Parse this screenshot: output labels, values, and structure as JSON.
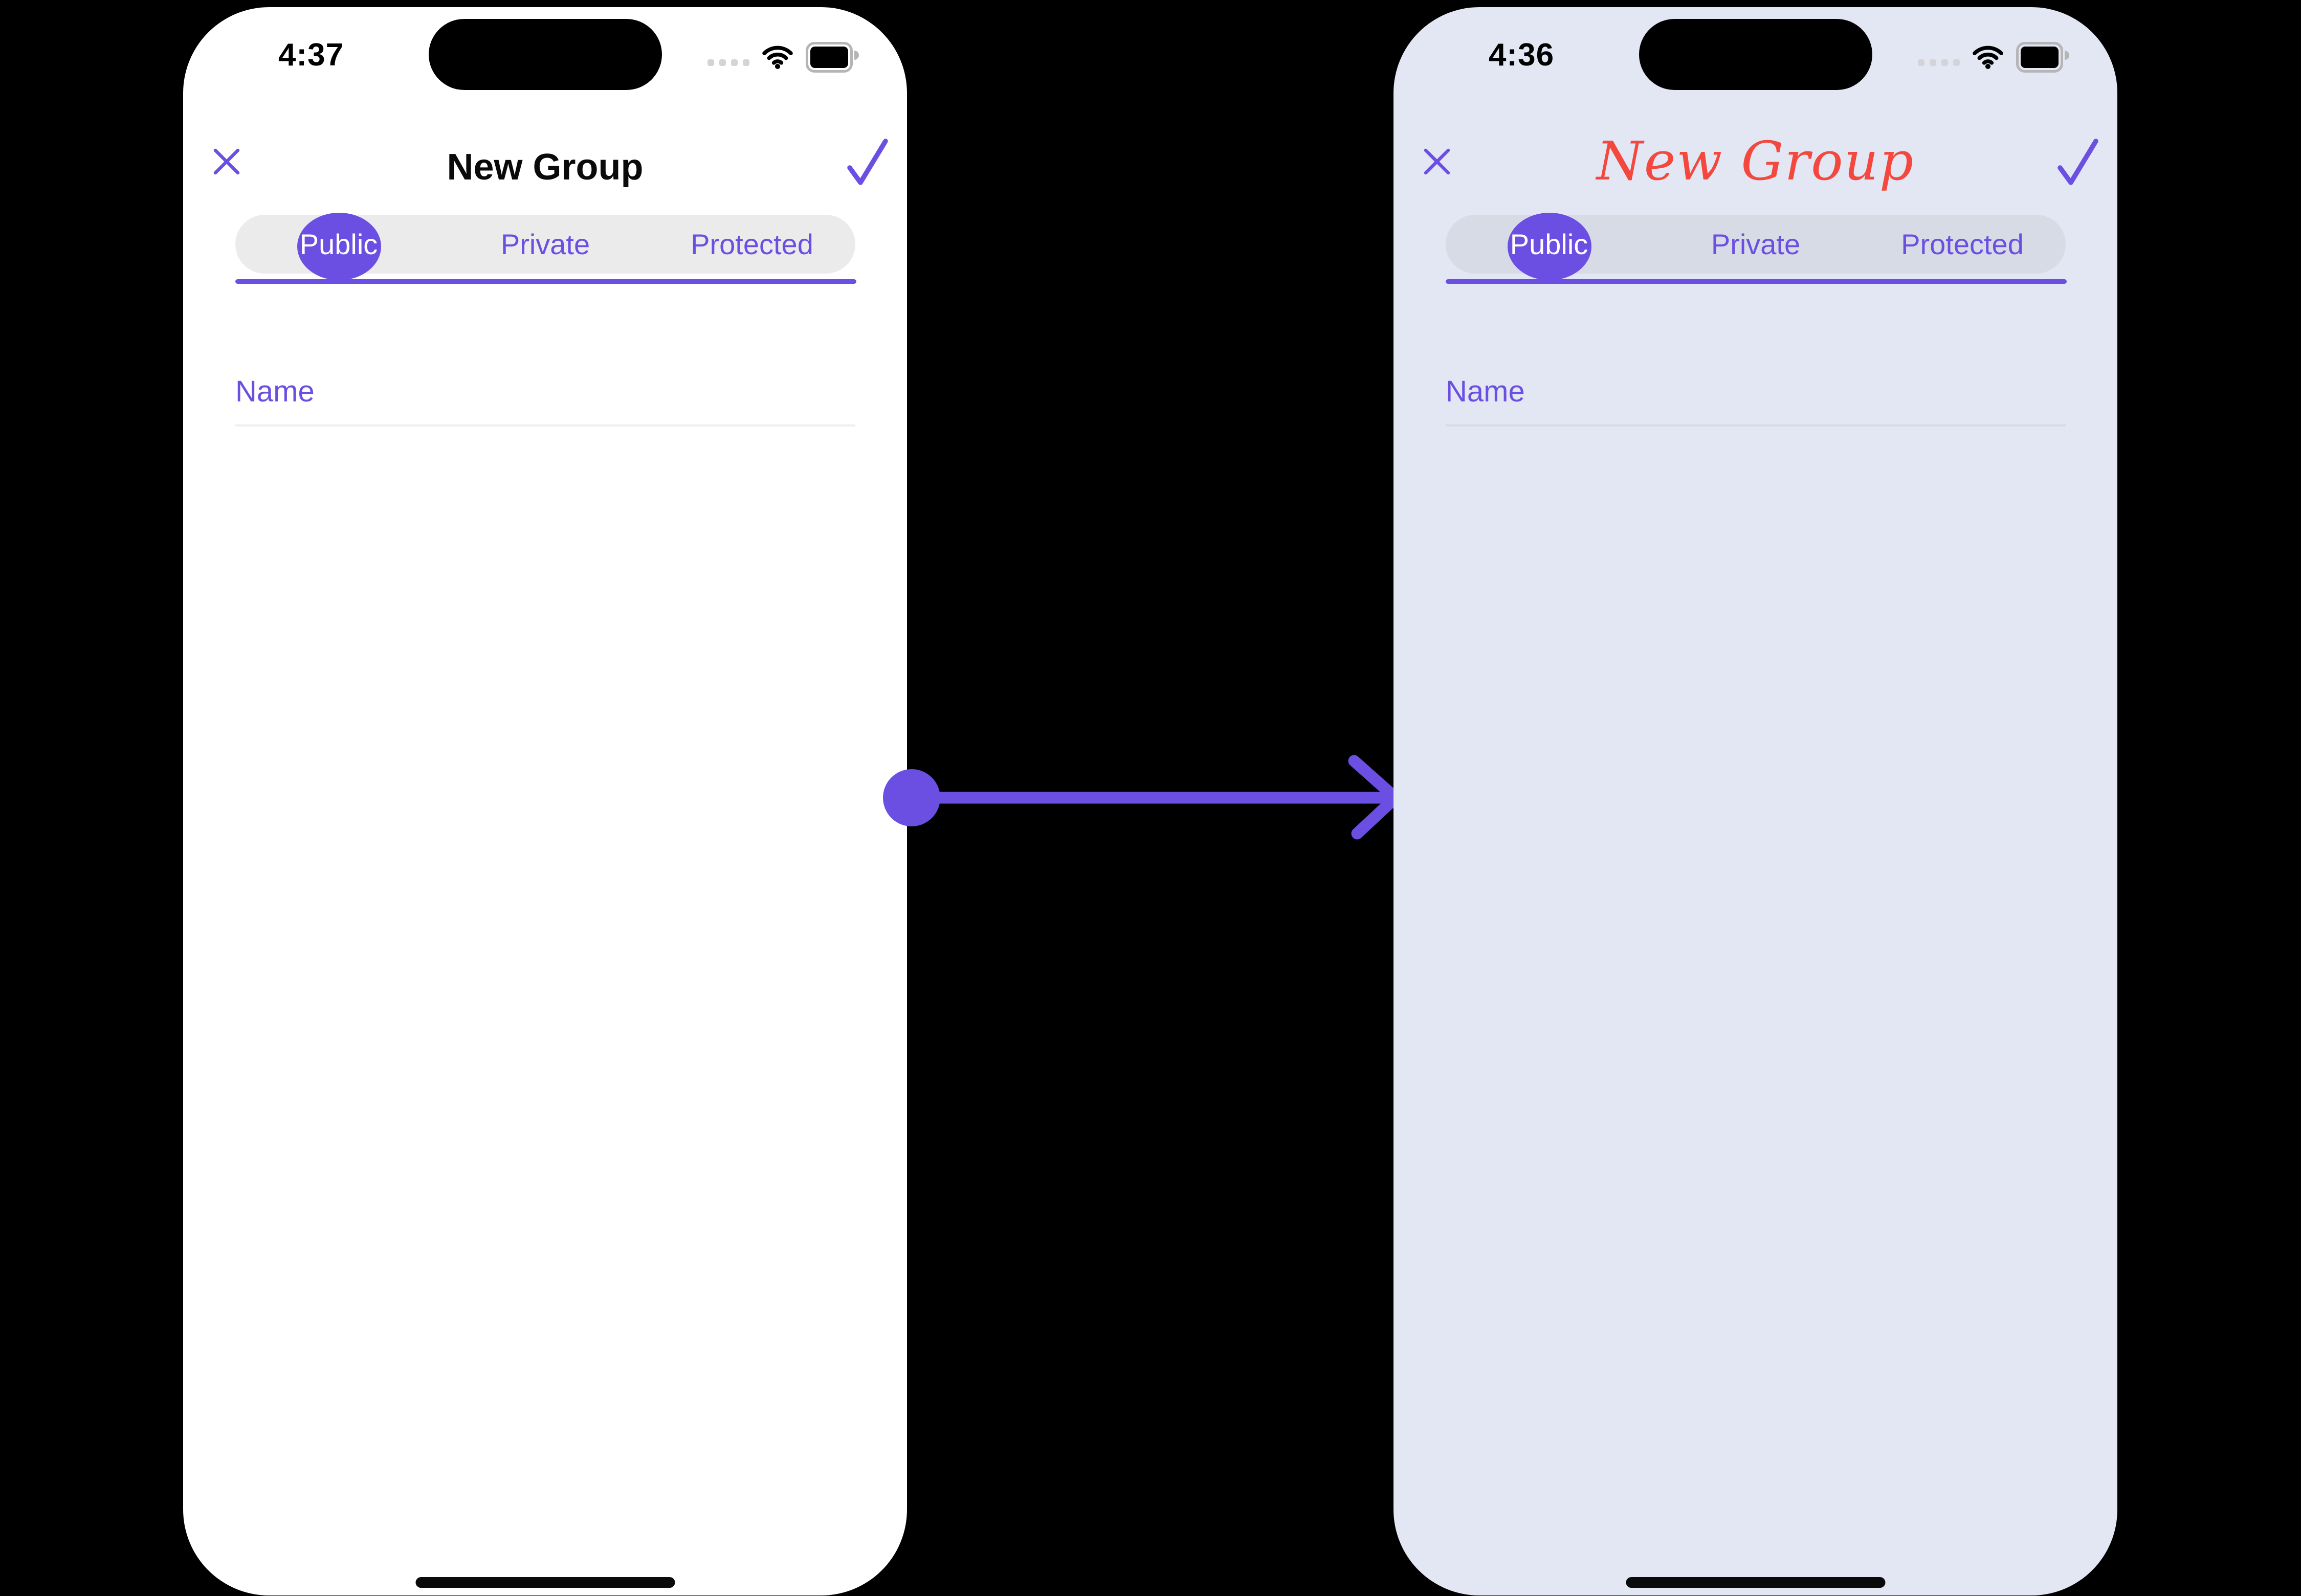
{
  "accent_color": "#6B4EE2",
  "screens": {
    "left": {
      "time": "4:37",
      "title": "New Group",
      "tabs": [
        "Public",
        "Private",
        "Protected"
      ],
      "selected_tab": "Public",
      "name_placeholder": "Name",
      "theme": {
        "background": "#FFFFFF",
        "title_color": "#0A0A0A",
        "title_style": "sans",
        "tab_pill": "#EBEBEB",
        "field_underline": "#EEEEEE"
      }
    },
    "right": {
      "time": "4:36",
      "title": "New Group",
      "tabs": [
        "Public",
        "Private",
        "Protected"
      ],
      "selected_tab": "Public",
      "name_placeholder": "Name",
      "theme": {
        "background": "#E3E7F3",
        "title_color": "#F4483E",
        "title_style": "cursive",
        "tab_pill": "#D7DBE5",
        "field_underline": "#D6DAE4"
      }
    }
  },
  "icons": {
    "close": "x-icon",
    "confirm": "checkmark-icon",
    "cellular": "cellular-dots-icon",
    "wifi": "wifi-icon",
    "battery": "battery-icon",
    "arrow": "transition-arrow-icon"
  }
}
